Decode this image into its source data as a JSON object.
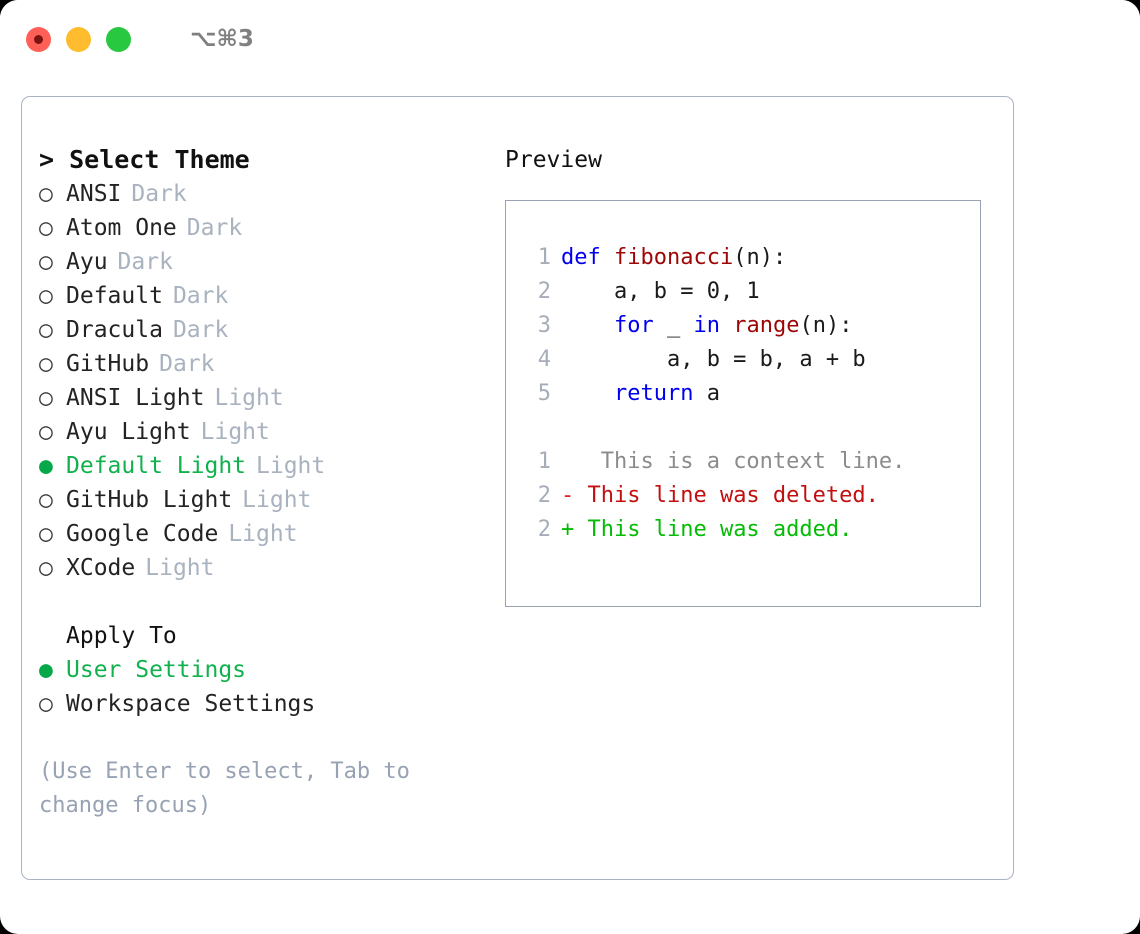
{
  "titlebar": {
    "shortcut": "⌥⌘3",
    "buttons": [
      "close",
      "minimize",
      "maximize"
    ]
  },
  "colors": {
    "selected_green": "#12b14e",
    "marker_green": "#07a84a",
    "muted": "#a9b2bf",
    "hint": "#97a2b3",
    "keyword_blue": "#0000f0",
    "function_red": "#9e0606",
    "diff_add": "#06bb06",
    "diff_del": "#c21010",
    "border": "#aab3c1"
  },
  "theme_picker": {
    "header": "> Select Theme",
    "items": [
      {
        "marker": "○",
        "label": "ANSI",
        "category": "Dark",
        "selected": false
      },
      {
        "marker": "○",
        "label": "Atom One",
        "category": "Dark",
        "selected": false
      },
      {
        "marker": "○",
        "label": "Ayu",
        "category": "Dark",
        "selected": false
      },
      {
        "marker": "○",
        "label": "Default",
        "category": "Dark",
        "selected": false
      },
      {
        "marker": "○",
        "label": "Dracula",
        "category": "Dark",
        "selected": false
      },
      {
        "marker": "○",
        "label": "GitHub",
        "category": "Dark",
        "selected": false
      },
      {
        "marker": "○",
        "label": "ANSI Light",
        "category": "Light",
        "selected": false
      },
      {
        "marker": "○",
        "label": "Ayu Light",
        "category": "Light",
        "selected": false
      },
      {
        "marker": "●",
        "label": "Default Light",
        "category": "Light",
        "selected": true
      },
      {
        "marker": "○",
        "label": "GitHub Light",
        "category": "Light",
        "selected": false
      },
      {
        "marker": "○",
        "label": "Google Code",
        "category": "Light",
        "selected": false
      },
      {
        "marker": "○",
        "label": "XCode",
        "category": "Light",
        "selected": false
      }
    ]
  },
  "apply_to": {
    "header": "Apply To",
    "items": [
      {
        "marker": "●",
        "label": "User Settings",
        "selected": true
      },
      {
        "marker": "○",
        "label": "Workspace Settings",
        "selected": false
      }
    ]
  },
  "hint": "(Use Enter to select, Tab to change focus)",
  "preview": {
    "title": "Preview",
    "code_lines": [
      {
        "num": "1",
        "tokens": [
          {
            "t": "def",
            "c": "kw"
          },
          {
            "t": " ",
            "c": "plain"
          },
          {
            "t": "fibonacci",
            "c": "fn"
          },
          {
            "t": "(n):",
            "c": "plain"
          }
        ]
      },
      {
        "num": "2",
        "tokens": [
          {
            "t": "    a, b = 0, 1",
            "c": "plain"
          }
        ]
      },
      {
        "num": "3",
        "tokens": [
          {
            "t": "    ",
            "c": "plain"
          },
          {
            "t": "for",
            "c": "kw"
          },
          {
            "t": " _ ",
            "c": "plain"
          },
          {
            "t": "in",
            "c": "kw"
          },
          {
            "t": " ",
            "c": "plain"
          },
          {
            "t": "range",
            "c": "fn"
          },
          {
            "t": "(n):",
            "c": "plain"
          }
        ]
      },
      {
        "num": "4",
        "tokens": [
          {
            "t": "        a, b = b, a + b",
            "c": "plain"
          }
        ]
      },
      {
        "num": "5",
        "tokens": [
          {
            "t": "    ",
            "c": "plain"
          },
          {
            "t": "return",
            "c": "kw"
          },
          {
            "t": " a",
            "c": "plain"
          }
        ]
      }
    ],
    "diff_lines": [
      {
        "num": "1",
        "sign": " ",
        "text": "  This is a context line.",
        "kind": "ctx"
      },
      {
        "num": "2",
        "sign": "-",
        "text": " This line was deleted.",
        "kind": "del"
      },
      {
        "num": "2",
        "sign": "+",
        "text": " This line was added.",
        "kind": "add"
      }
    ]
  }
}
